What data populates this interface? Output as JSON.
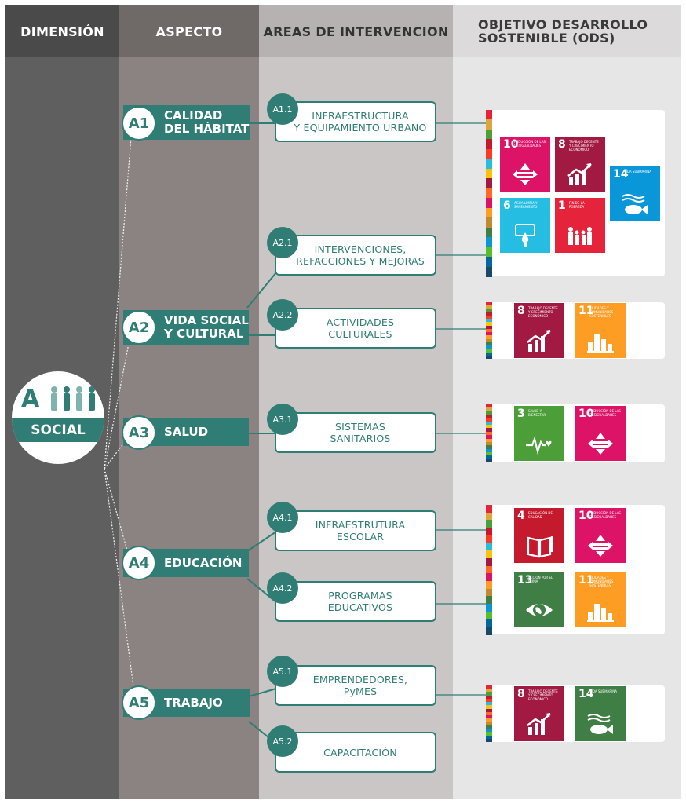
{
  "headers": {
    "dimension": "DIMENSIÓN",
    "aspect": "ASPECTO",
    "areas": "AREAS DE INTERVENCION",
    "ods_line1": "OBJETIVO DESARROLLO",
    "ods_line2": "SOSTENIBLE (ODS)"
  },
  "dimension": {
    "letter": "A",
    "name": "SOCIAL"
  },
  "aspects": [
    {
      "code": "A1",
      "line1": "CALIDAD",
      "line2": "DEL HÁBITAT"
    },
    {
      "code": "A2",
      "line1": "VIDA SOCIAL",
      "line2": "Y CULTURAL"
    },
    {
      "code": "A3",
      "line1": "SALUD",
      "line2": ""
    },
    {
      "code": "A4",
      "line1": "EDUCACIÓN",
      "line2": ""
    },
    {
      "code": "A5",
      "line1": "TRABAJO",
      "line2": ""
    }
  ],
  "areas": [
    {
      "code": "A1.1",
      "line1": "INFRAESTRUCTURA",
      "line2": "Y EQUIPAMIENTO URBANO"
    },
    {
      "code": "A2.1",
      "line1": "INTERVENCIONES,",
      "line2": "REFACCIONES Y MEJORAS"
    },
    {
      "code": "A2.2",
      "line1": "ACTIVIDADES",
      "line2": "CULTURALES"
    },
    {
      "code": "A3.1",
      "line1": "SISTEMAS",
      "line2": "SANITARIOS"
    },
    {
      "code": "A4.1",
      "line1": "INFRAESTRUTURA",
      "line2": "ESCOLAR"
    },
    {
      "code": "A4.2",
      "line1": "PROGRAMAS",
      "line2": "EDUCATIVOS"
    },
    {
      "code": "A5.1",
      "line1": "EMPRENDEDORES,",
      "line2": "PyMES"
    },
    {
      "code": "A5.2",
      "line1": "CAPACITACIÓN",
      "line2": ""
    }
  ],
  "sdg_tiles": {
    "t1_10": {
      "num": "10",
      "text": "Reducción de las desigualdades",
      "color": "#dd1367",
      "icon": "equality-icon"
    },
    "t1_8": {
      "num": "8",
      "text": "Trabajo decente y crecimiento económico",
      "color": "#a21942",
      "icon": "growth-chart-icon"
    },
    "t1_14": {
      "num": "14",
      "text": "Vida submarina",
      "color": "#0a97d9",
      "icon": "fish-icon"
    },
    "t1_6": {
      "num": "6",
      "text": "Agua limpia y saneamiento",
      "color": "#26bde2",
      "icon": "water-drop-icon"
    },
    "t1_1": {
      "num": "1",
      "text": "Fin de la pobreza",
      "color": "#e5243b",
      "icon": "family-icon"
    },
    "t2_8": {
      "num": "8",
      "text": "Trabajo decente y crecimiento económico",
      "color": "#a21942",
      "icon": "growth-chart-icon"
    },
    "t2_11": {
      "num": "11",
      "text": "Ciudades y comunidades sostenibles",
      "color": "#fd9d24",
      "icon": "city-icon"
    },
    "t3_3": {
      "num": "3",
      "text": "Salud y bienestar",
      "color": "#4c9f38",
      "icon": "heartbeat-icon"
    },
    "t3_10": {
      "num": "10",
      "text": "Reducción de las desigualdades",
      "color": "#dd1367",
      "icon": "equality-icon"
    },
    "t4_4": {
      "num": "4",
      "text": "Educación de calidad",
      "color": "#c5192d",
      "icon": "book-icon"
    },
    "t4_10": {
      "num": "10",
      "text": "Reducción de las desigualdades",
      "color": "#dd1367",
      "icon": "equality-icon"
    },
    "t4_13": {
      "num": "13",
      "text": "Acción por el clima",
      "color": "#3f7e44",
      "icon": "earth-eye-icon"
    },
    "t4_11": {
      "num": "11",
      "text": "Ciudades y comunidades sostenibles",
      "color": "#fd9d24",
      "icon": "city-icon"
    },
    "t5_8": {
      "num": "8",
      "text": "Trabajo decente y crecimiento económico",
      "color": "#a21942",
      "icon": "growth-chart-icon"
    },
    "t5_14": {
      "num": "14",
      "text": "Vida submarina",
      "color": "#3f7e44",
      "icon": "fish-icon"
    }
  },
  "colors": {
    "dimension_col": "#5f5f5f",
    "aspect_col": "#8a8382",
    "areas_col": "#c9c6c5",
    "ods_col": "#e7e6e6",
    "teal": "#2f7d74"
  }
}
